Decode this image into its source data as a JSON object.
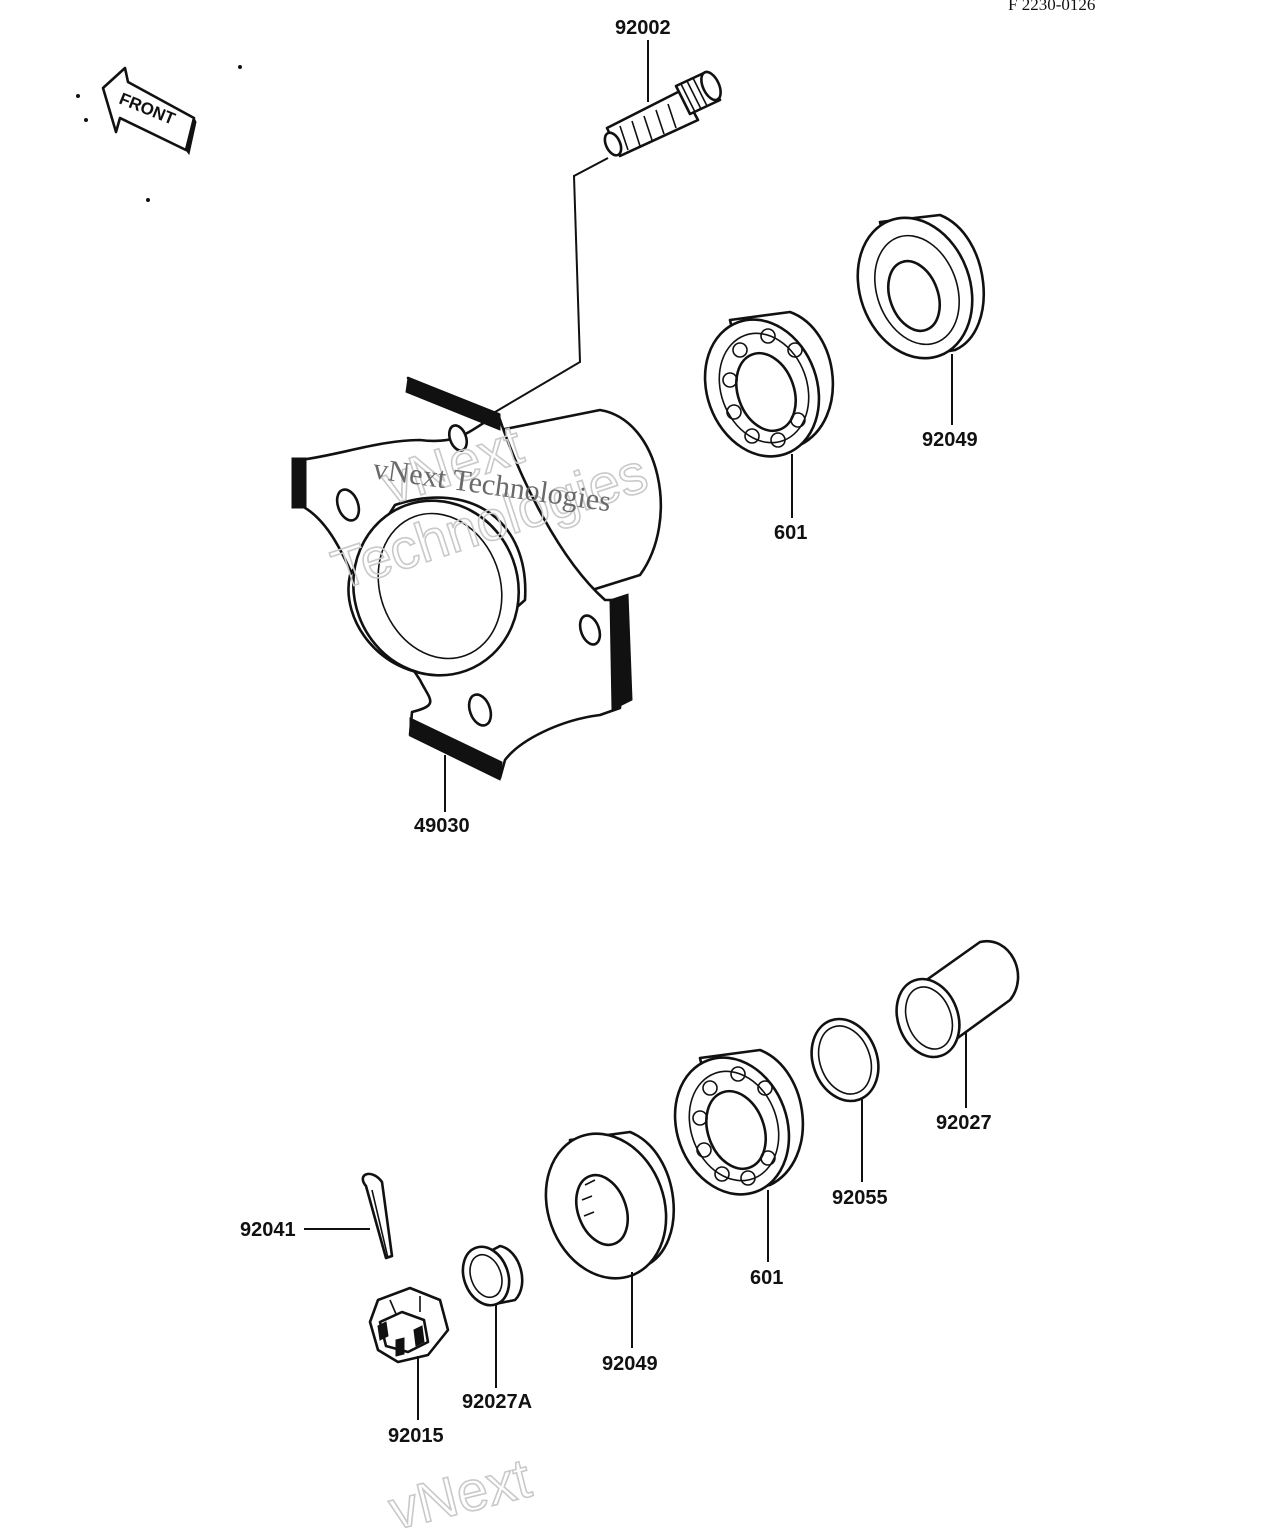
{
  "diagram": {
    "drawing_code": "F 2230-0126",
    "front_label": "FRONT",
    "watermark_text": "vNext Technologies",
    "watermark_top": [
      "vNext",
      "Technologies"
    ],
    "watermark_bottom": "vNext",
    "part_labels": {
      "stud": "92002",
      "hub": "49030",
      "bearing_upper": "601",
      "seal_upper": "92049",
      "spacer_sleeve": "92027",
      "shim_ring": "92055",
      "bearing_lower": "601",
      "seal_lower": "92049",
      "collar": "92027A",
      "castle_nut": "92015",
      "cotter_pin": "92041"
    },
    "colors": {
      "ink": "#111111",
      "paper": "#ffffff",
      "watermark": "#c9c9c9"
    }
  }
}
